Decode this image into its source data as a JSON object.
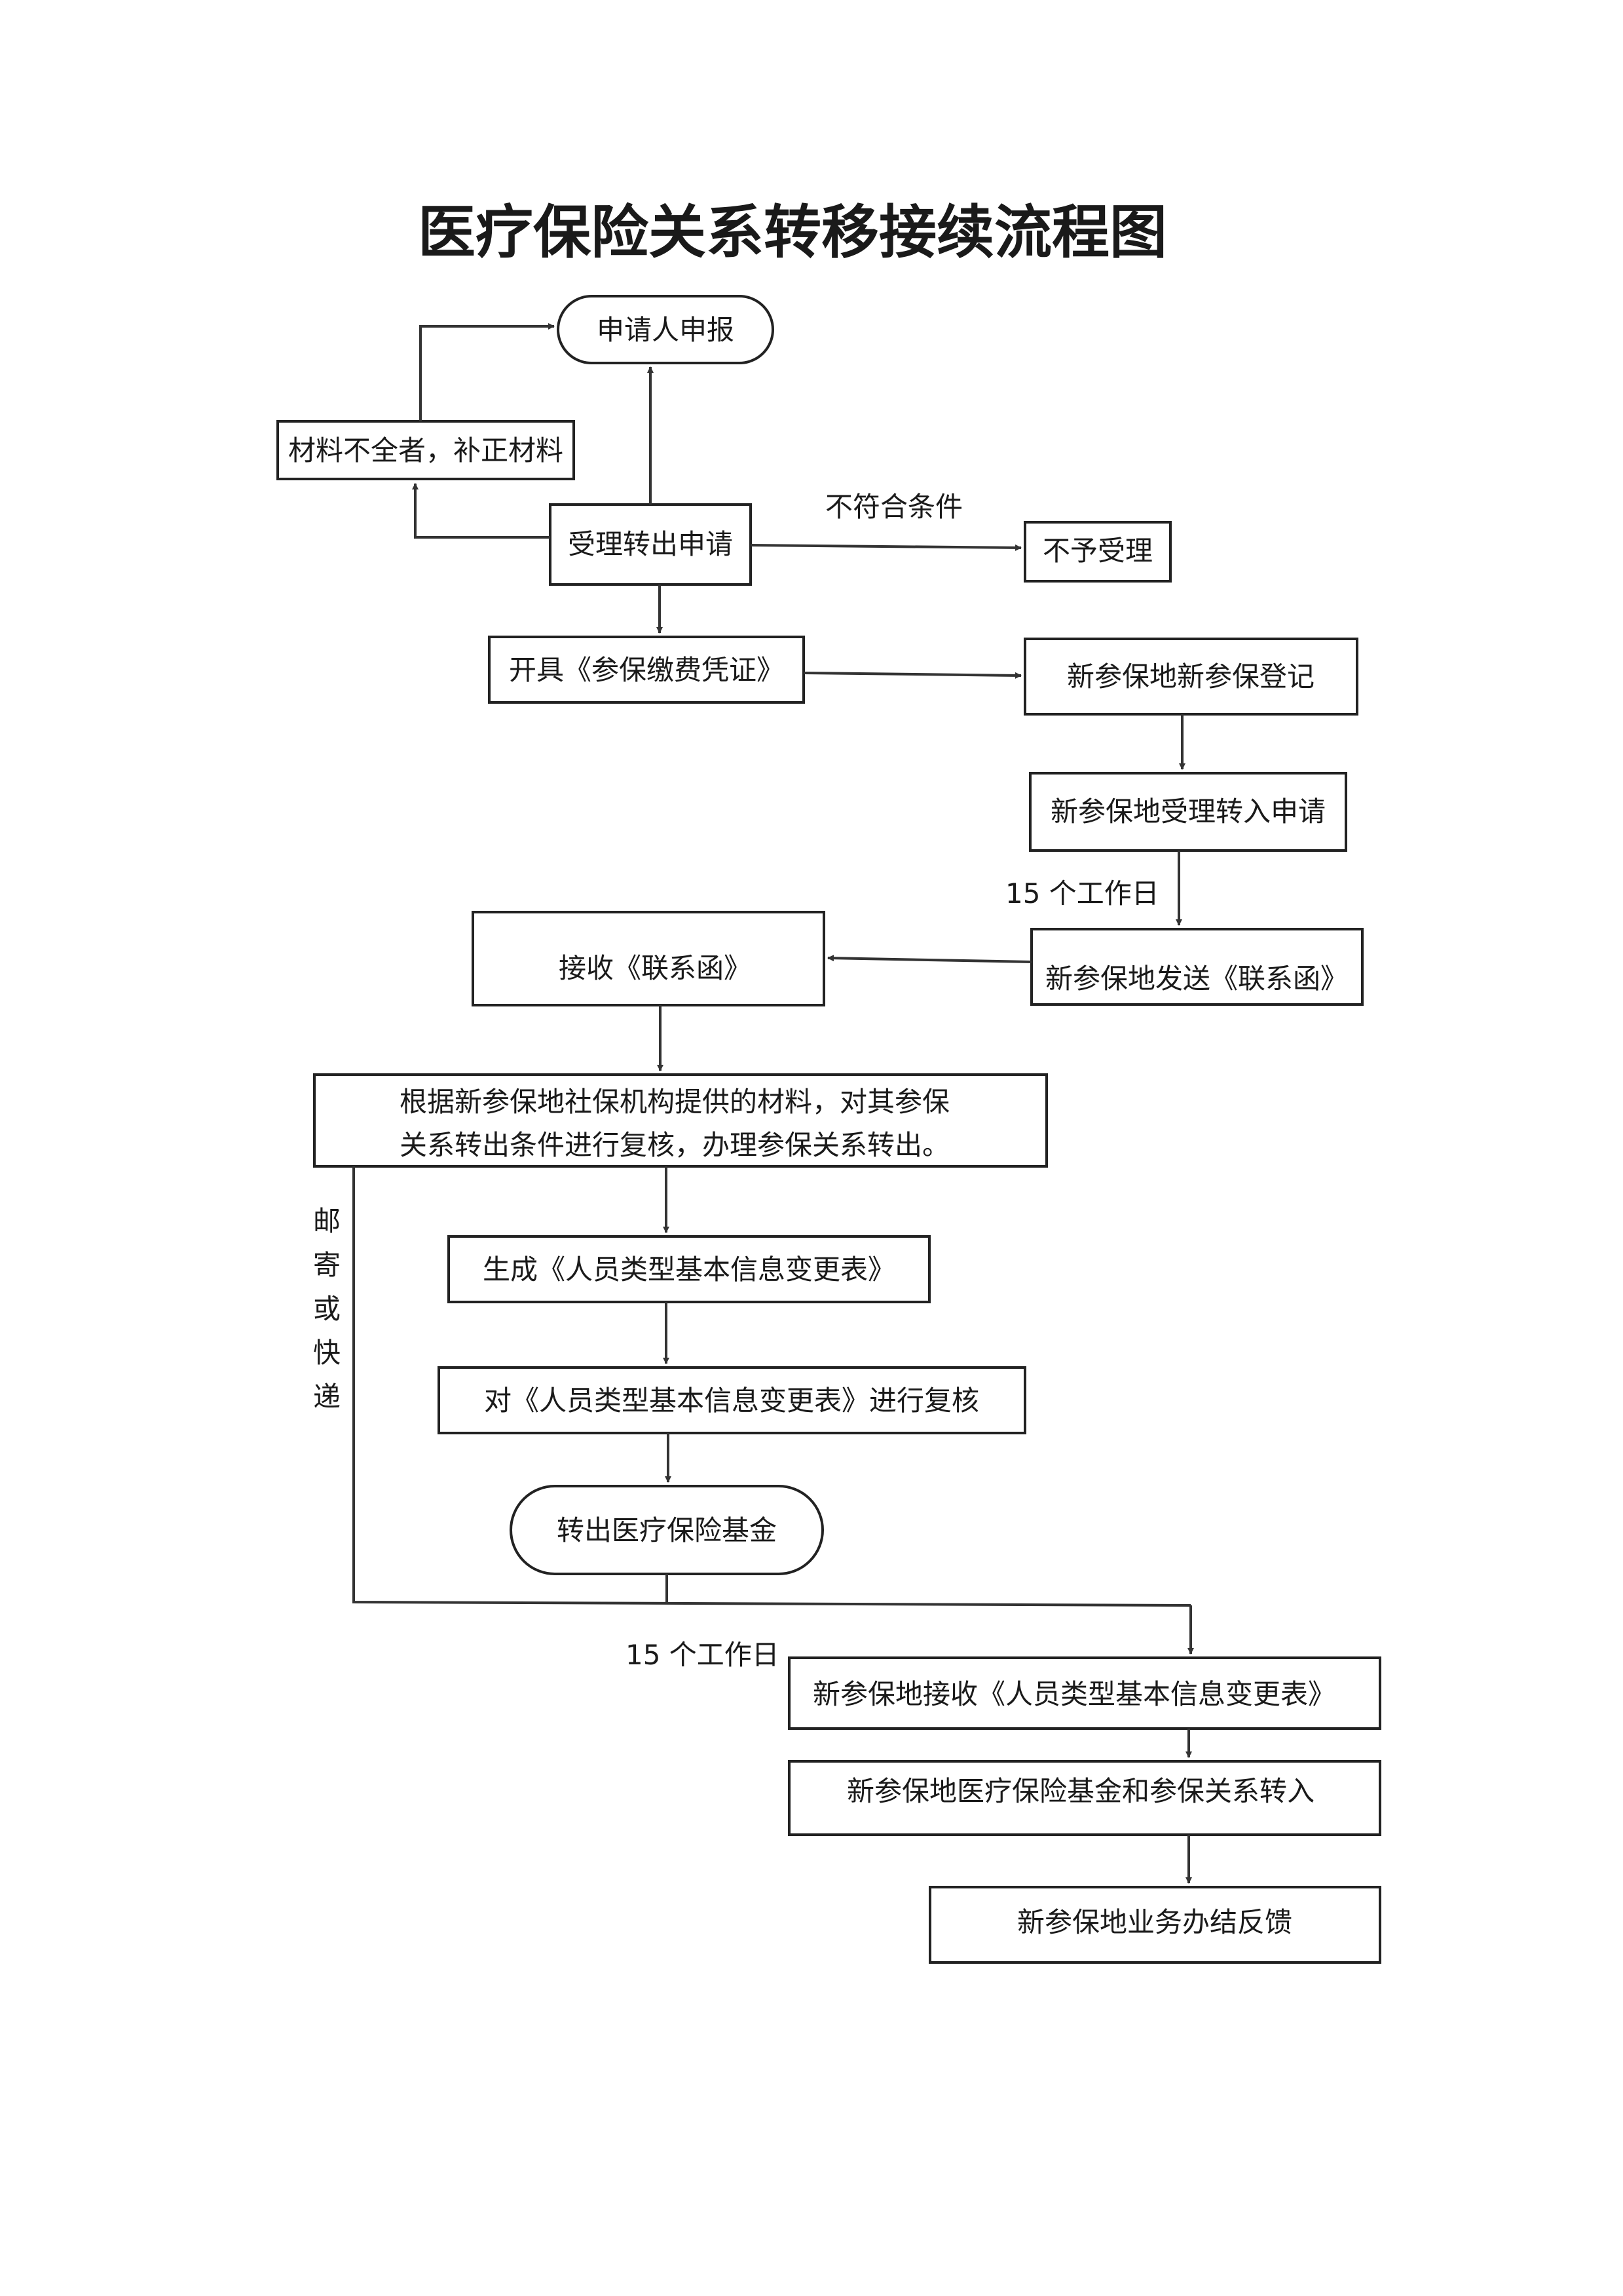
{
  "title": "医疗保险关系转移接续流程图",
  "nodes": {
    "apply": "申请人申报",
    "supplement": "材料不全者，补正材料",
    "accept_transfer_out": "受理转出申请",
    "reject": "不予受理",
    "issue_certificate": "开具《参保缴费凭证》",
    "new_register": "新参保地新参保登记",
    "new_accept_transfer_in": "新参保地受理转入申请",
    "receive_letter": "接收《联系函》",
    "new_send_letter": "新参保地发送《联系函》",
    "review_line1": "根据新参保地社保机构提供的材料，对其参保",
    "review_line2": "关系转出条件进行复核，办理参保关系转出。",
    "generate_form": "生成《人员类型基本信息变更表》",
    "review_form": "对《人员类型基本信息变更表》进行复核",
    "transfer_fund": "转出医疗保险基金",
    "new_receive_form": "新参保地接收《人员类型基本信息变更表》",
    "new_fund_transfer_in": "新参保地医疗保险基金和参保关系转入",
    "new_feedback": "新参保地业务办结反馈"
  },
  "labels": {
    "not_qualified": "不符合条件",
    "days_1": "15 个工作日",
    "days_2": "15 个工作日",
    "mail_chars": [
      "邮",
      "寄",
      "或",
      "快",
      "递"
    ]
  }
}
